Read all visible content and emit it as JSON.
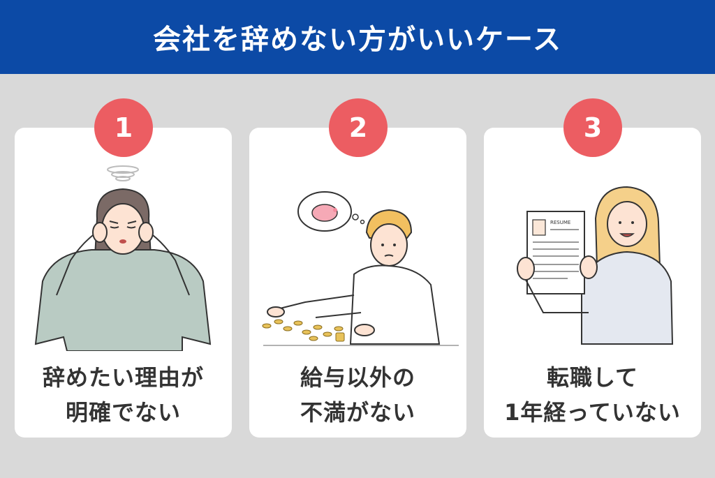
{
  "header": {
    "title": "会社を辞めない方がいいケース"
  },
  "cards": [
    {
      "number": "1",
      "line1": "辞めたい理由が",
      "line2": "明確でない"
    },
    {
      "number": "2",
      "line1": "給与以外の",
      "line2": "不満がない"
    },
    {
      "number": "3",
      "line1": "転職して",
      "line2": "1年経っていない",
      "resume_label": "RESUME"
    }
  ],
  "colors": {
    "header": "#0c4aa6",
    "badge": "#ec5d62",
    "background": "#d9d9d9",
    "card": "#ffffff"
  }
}
